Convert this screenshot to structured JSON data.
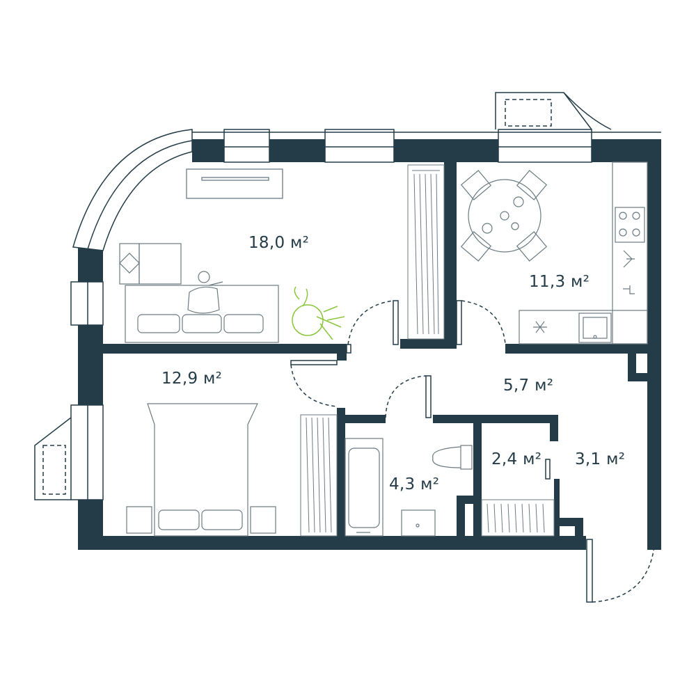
{
  "colors": {
    "wall": "#243c48",
    "line": "#243c48",
    "furniture_stroke": "#6b7a82",
    "plant": "#8cc63f",
    "background": "#ffffff"
  },
  "rooms": {
    "living": {
      "area": "18,0 м²"
    },
    "kitchen": {
      "area": "11,3 м²"
    },
    "bedroom": {
      "area": "12,9 м²"
    },
    "hall": {
      "area": "5,7 м²"
    },
    "bathroom": {
      "area": "4,3 м²"
    },
    "wc": {
      "area": "2,4 м²"
    },
    "storage": {
      "area": "3,1 м²"
    }
  },
  "icons": [
    "sofa-icon",
    "person-icon",
    "plant-icon",
    "tv-icon",
    "dining-table-icon",
    "stove-icon",
    "sink-icon",
    "bed-icon",
    "bathtub-icon",
    "toilet-icon",
    "wardrobe-icon",
    "washing-machine-icon",
    "balcony-icon"
  ]
}
